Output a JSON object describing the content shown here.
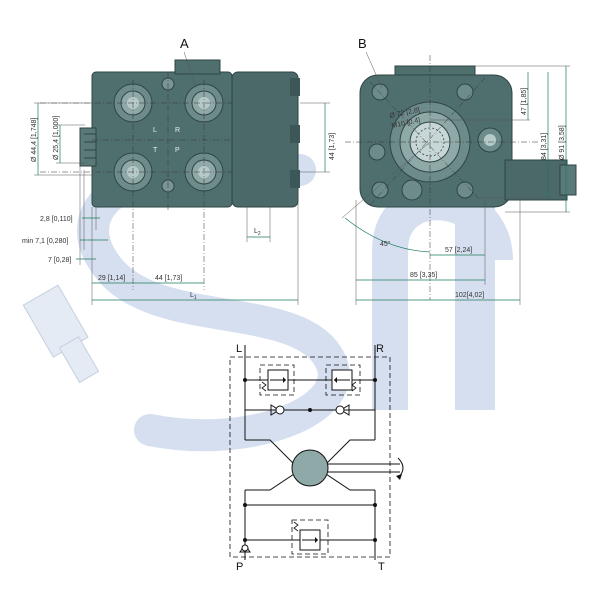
{
  "views": {
    "left_label": "A",
    "right_label": "B"
  },
  "ports": {
    "L": "L",
    "R": "R",
    "T": "T",
    "P": "P"
  },
  "dimensions": {
    "d44": "Ø 44,4 [1,748]",
    "d25": "Ø 25,4 [1,000]",
    "h44": "44 [1,73]",
    "d28": "2,8 [0,110]",
    "min71": "min 7,1 [0,280]",
    "d7": "7 [0,28]",
    "d29": "29 [1,14]",
    "d44b": "44 [1,73]",
    "L1": "L",
    "L1sub": "1",
    "L2": "L",
    "L2sub": "2",
    "d47": "47 [1,85]",
    "d84": "84 [3,31]",
    "d91": "Ø 91 [3,58]",
    "d57": "57 [2,24]",
    "d85": "85 [3,35]",
    "d102": "102[4,02]",
    "a45": "45°",
    "holeA": "Ø 72 [2,8]",
    "holeB": "M10 [0,4]"
  },
  "schematic": {
    "L": "L",
    "R": "R",
    "P": "P",
    "T": "T"
  },
  "colors": {
    "body": "#4f6f6e",
    "body_dark": "#3b5757",
    "watermark": "#d6dff0",
    "dim_line": "#1a7a5a"
  }
}
